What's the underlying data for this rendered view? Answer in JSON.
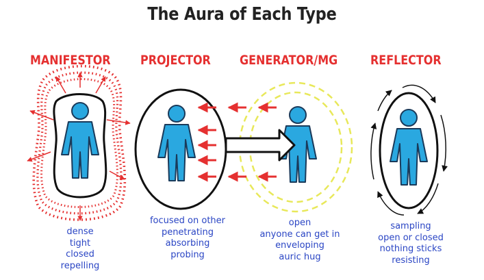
{
  "title": "The Aura of Each Type",
  "colors": {
    "title": "#222222",
    "type_label": "#e53030",
    "description": "#2a45c4",
    "figure_fill": "#2aa8e0",
    "figure_outline": "#1a3a5a",
    "manifestor_aura": "#e53030",
    "arrow": "#e53030",
    "generator_aura": "#e8e85a",
    "outline": "#111111"
  },
  "types": [
    {
      "id": "manifestor",
      "label": "MANIFESTOR",
      "description": [
        "dense",
        "tight",
        "closed",
        "repelling"
      ]
    },
    {
      "id": "projector",
      "label": "PROJECTOR",
      "description": [
        "focused on other",
        "penetrating",
        "absorbing",
        "probing"
      ]
    },
    {
      "id": "generator",
      "label": "GENERATOR/MG",
      "description": [
        "open",
        "anyone can get in",
        "enveloping",
        "auric hug"
      ]
    },
    {
      "id": "reflector",
      "label": "REFLECTOR",
      "description": [
        "sampling",
        "open or closed",
        "nothing sticks",
        "resisting"
      ]
    }
  ]
}
